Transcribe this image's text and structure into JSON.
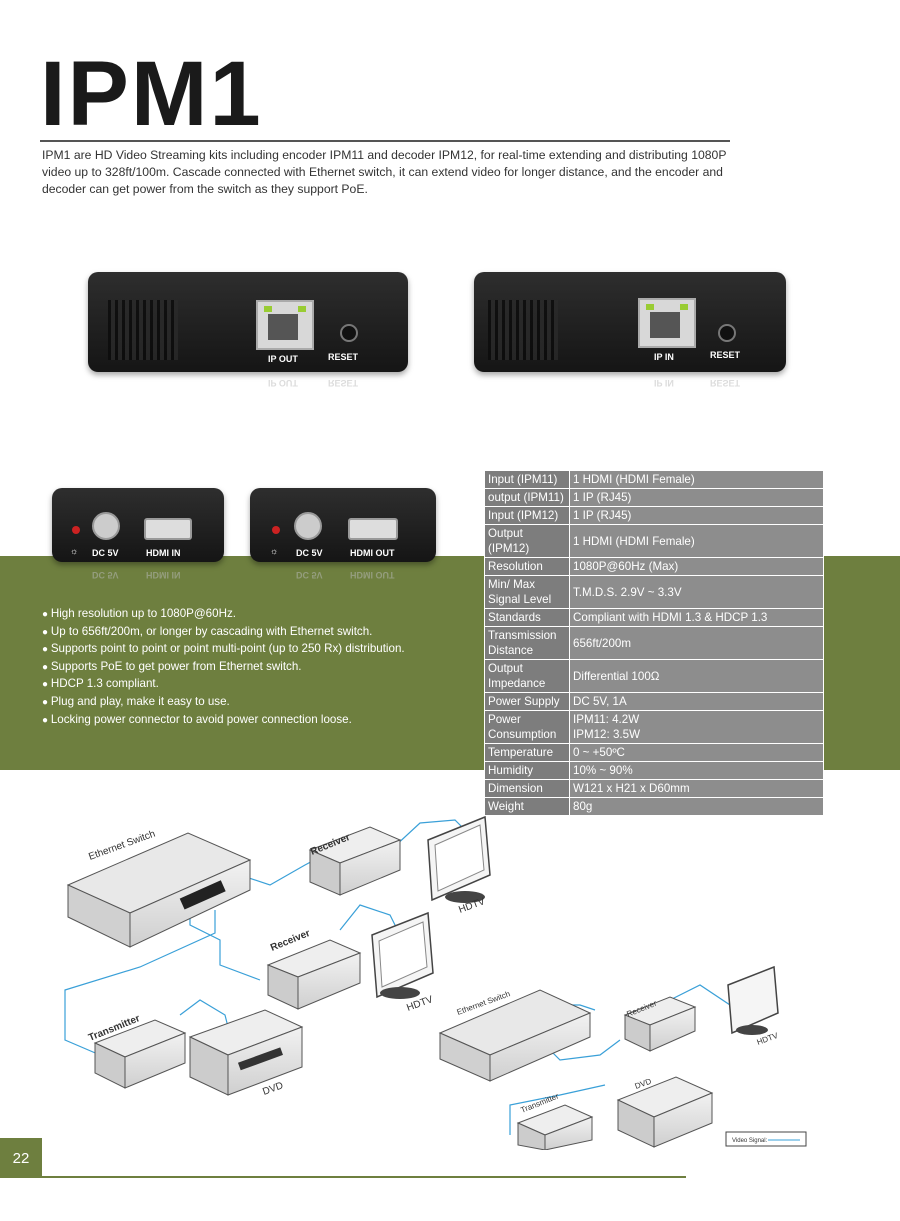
{
  "title": "IPM1",
  "intro": "IPM1 are HD Video Streaming kits including encoder IPM11 and decoder IPM12, for real-time extending and distributing 1080P video up to 328ft/100m. Cascade connected with Ethernet switch, it can extend video for longer distance, and the encoder and decoder can get power from the switch as they support PoE.",
  "devices": {
    "encoder_ip_label": "IP OUT",
    "decoder_ip_label": "IP IN",
    "reset_label": "RESET",
    "dc_label": "DC 5V",
    "hdmi_in_label": "HDMI IN",
    "hdmi_out_label": "HDMI OUT"
  },
  "features": [
    "High resolution up to 1080P@60Hz.",
    "Up to 656ft/200m, or longer by cascading with Ethernet switch.",
    "Supports point to point or point multi-point (up to 250 Rx) distribution.",
    "Supports PoE to get power from Ethernet switch.",
    "HDCP 1.3 compliant.",
    "Plug and play, make it easy to use.",
    "Locking power connector to avoid power connection loose."
  ],
  "specs": [
    {
      "key": "Input (IPM11)",
      "value": "1 HDMI (HDMI Female)"
    },
    {
      "key": "output (IPM11)",
      "value": "1 IP (RJ45)"
    },
    {
      "key": "Input (IPM12)",
      "value": "1 IP (RJ45)"
    },
    {
      "key": "Output (IPM12)",
      "value": "1 HDMI (HDMI Female)"
    },
    {
      "key": "Resolution",
      "value": "1080P@60Hz (Max)"
    },
    {
      "key": "Min/ Max Signal Level",
      "value": "T.M.D.S. 2.9V ~ 3.3V"
    },
    {
      "key": "Standards",
      "value": "Compliant with HDMI 1.3 & HDCP 1.3"
    },
    {
      "key": "Transmission Distance",
      "value": "656ft/200m"
    },
    {
      "key": "Output Impedance",
      "value": "Differential 100Ω"
    },
    {
      "key": "Power Supply",
      "value": "DC 5V, 1A"
    },
    {
      "key": "Power Consumption",
      "value": "IPM11: 4.2W\nIPM12: 3.5W"
    },
    {
      "key": "Temperature",
      "value": "0 ~ +50ºC"
    },
    {
      "key": "Humidity",
      "value": "10% ~ 90%"
    },
    {
      "key": "Dimension",
      "value": "W121 x H21 x D60mm"
    },
    {
      "key": "Weight",
      "value": "80g"
    }
  ],
  "diagram": {
    "ethernet_switch": "Ethernet Switch",
    "receiver": "Receiver",
    "transmitter": "Transmitter",
    "hdtv": "HDTV",
    "dvd": "DVD",
    "legend": "Video Signal:"
  },
  "page_number": "22",
  "colors": {
    "accent_green": "#6e7f3f",
    "table_gray": "#8d8d8d",
    "signal_blue": "#3aa0d8"
  }
}
